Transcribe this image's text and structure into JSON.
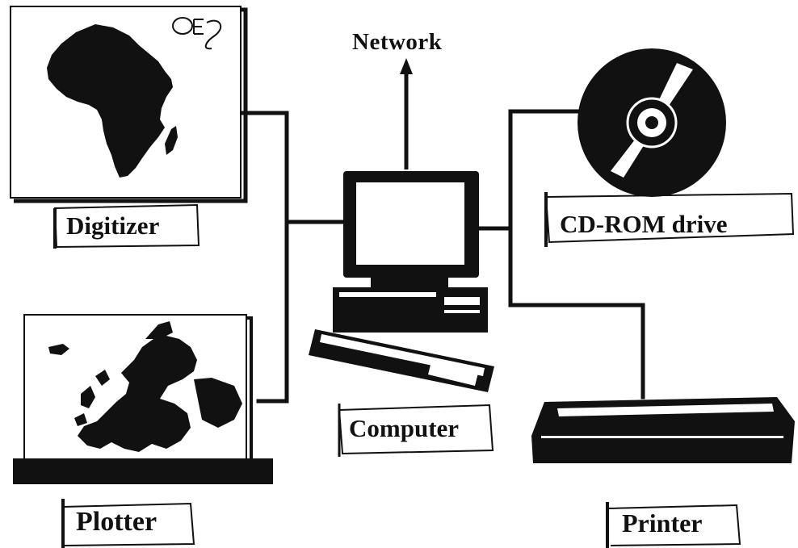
{
  "diagram": {
    "network_label": "Network",
    "digitizer_label": "Digitizer",
    "cdrom_label": "CD-ROM drive",
    "computer_label": "Computer",
    "plotter_label": "Plotter",
    "printer_label": "Printer",
    "logo_text": "OE"
  },
  "colors": {
    "ink": "#111111",
    "paper": "#ffffff"
  },
  "icons": [
    "africa-map-icon",
    "europe-map-icon",
    "monitor-icon",
    "keyboard-icon",
    "cd-disc-icon",
    "printer-icon",
    "network-arrow-icon"
  ]
}
